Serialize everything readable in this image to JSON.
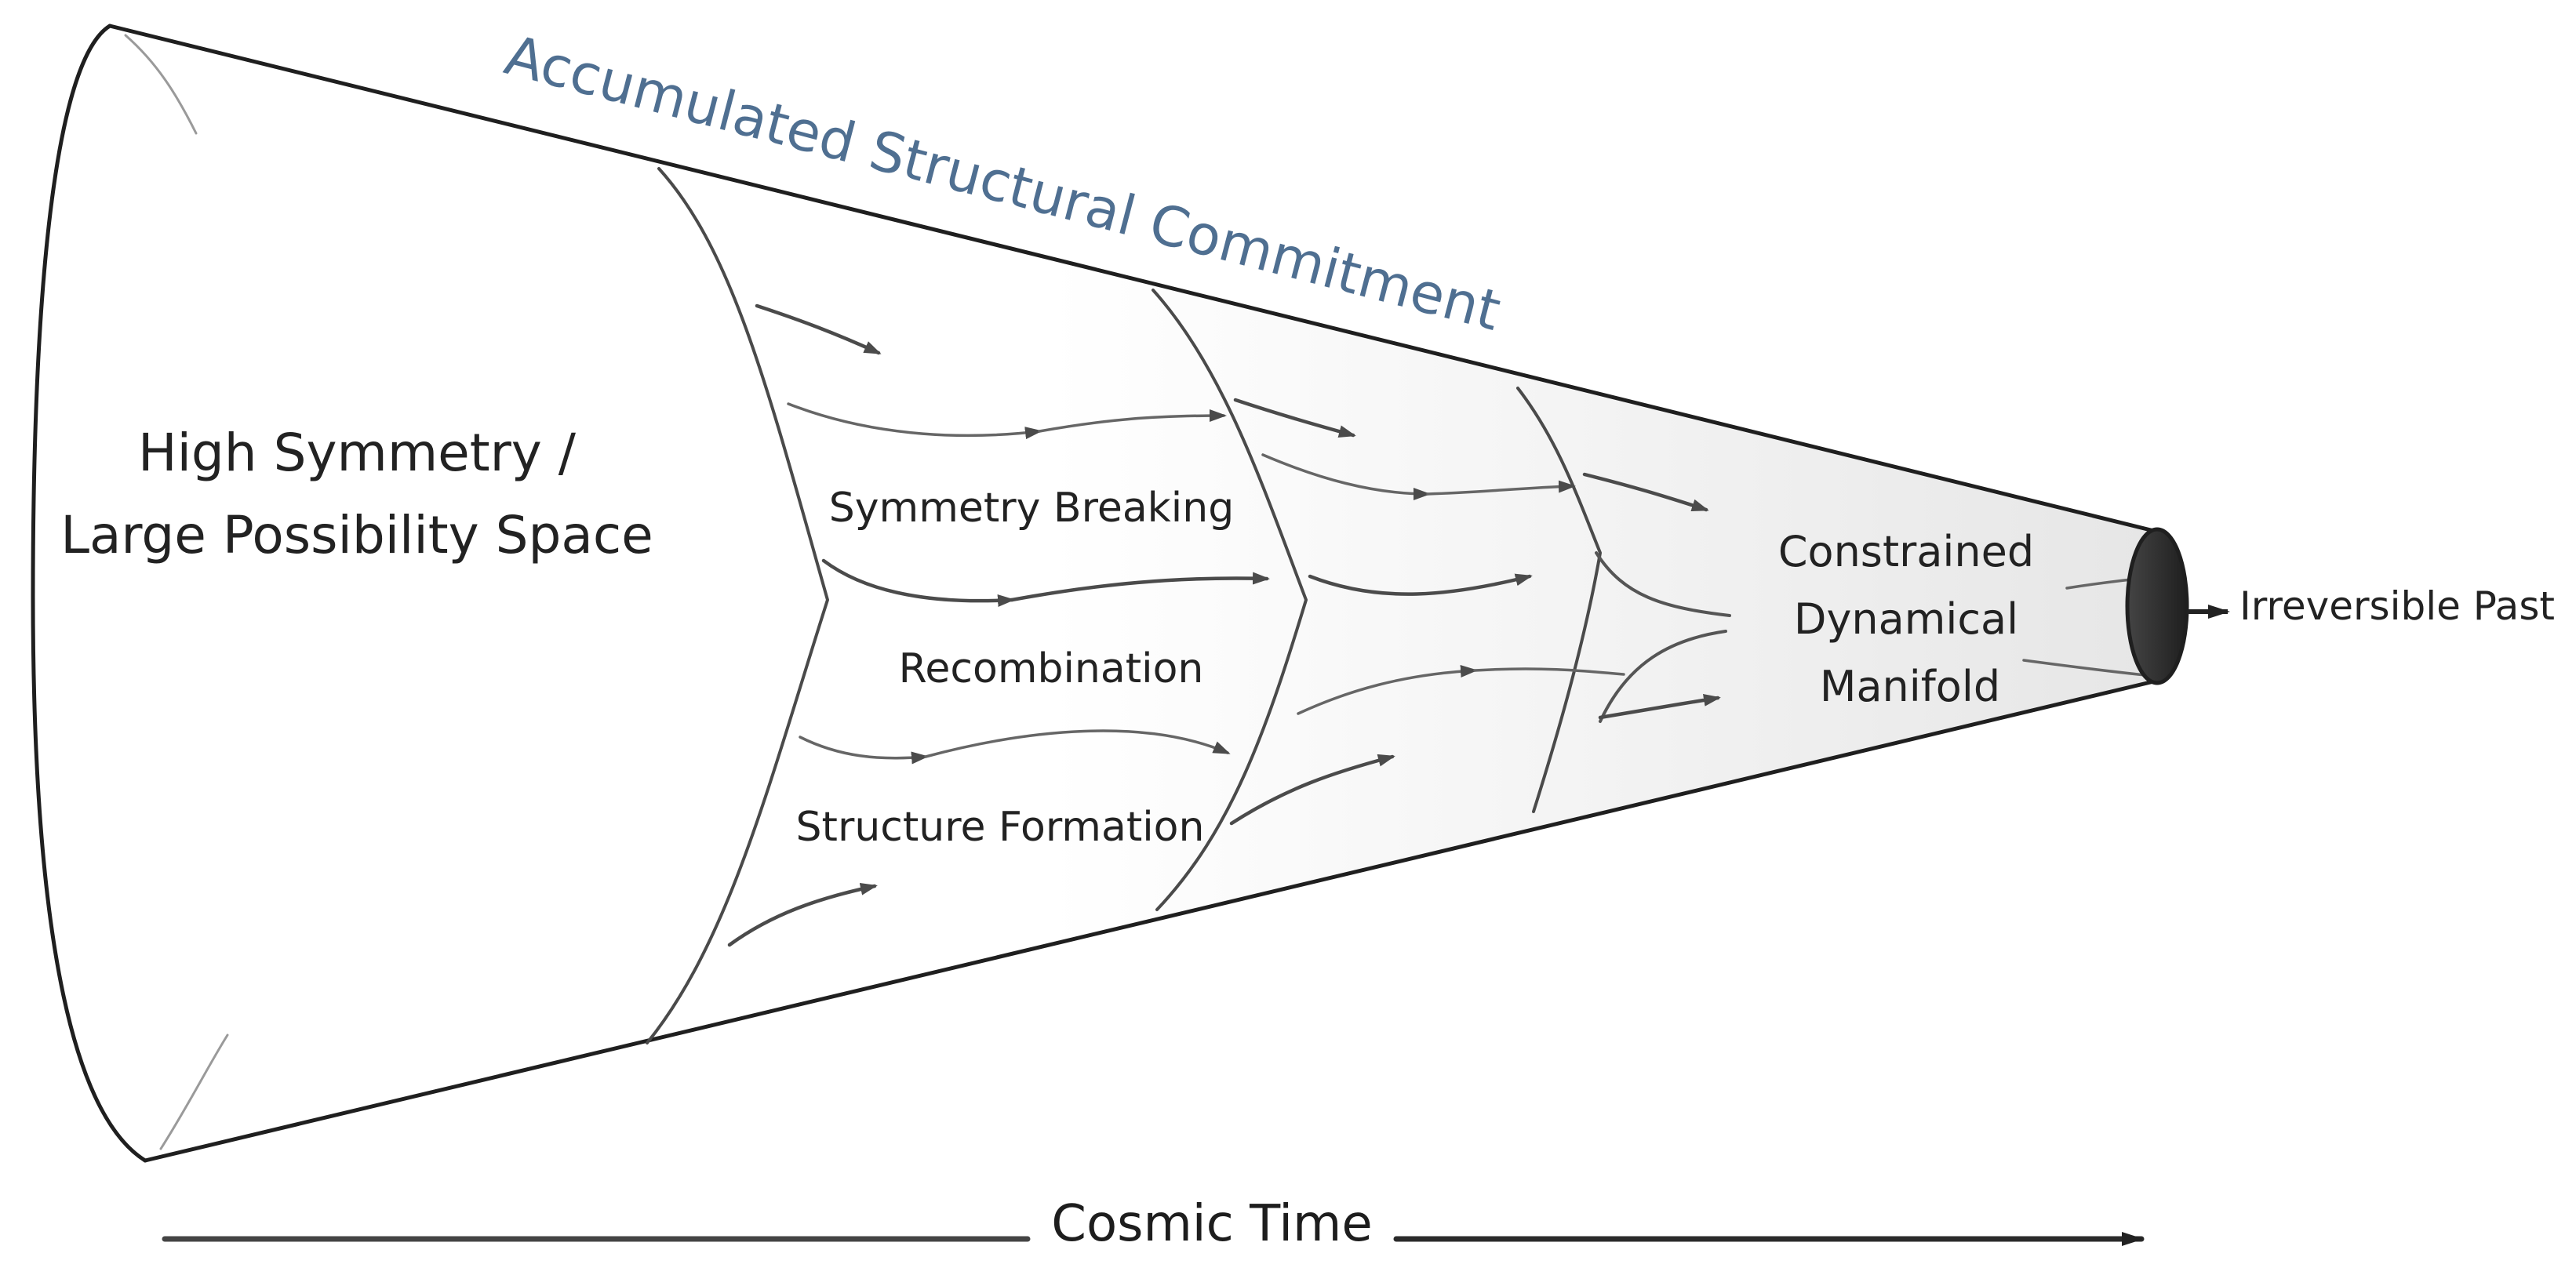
{
  "diagram": {
    "title": "Accumulated Structural Commitment",
    "left_region": {
      "line1": "High Symmetry /",
      "line2": "Large Possibility Space"
    },
    "stages": {
      "symmetry_breaking": "Symmetry Breaking",
      "recombination": "Recombination",
      "structure_formation": "Structure Formation"
    },
    "right_region": {
      "line1": "Constrained",
      "line2": "Dynamical",
      "line3": "Manifold"
    },
    "endpoint_label": "Irreversible Past",
    "time_axis_label": "Cosmic Time"
  }
}
